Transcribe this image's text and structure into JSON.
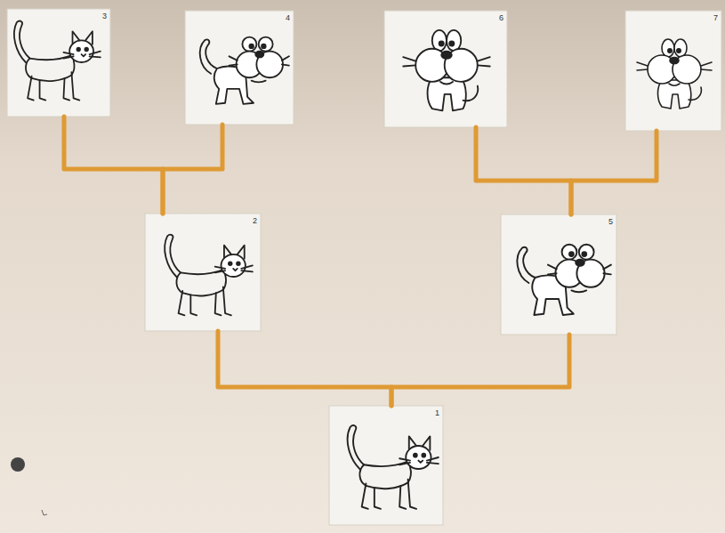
{
  "diagram": {
    "nodes": [
      {
        "text": [
          "3"
        ]
      },
      {
        "text": [
          "4"
        ]
      },
      {
        "text": [
          "6"
        ]
      },
      {
        "text": [
          "7"
        ]
      },
      {
        "text": [
          "2"
        ]
      },
      {
        "text": [
          "5"
        ]
      },
      {
        "text": [
          "1"
        ]
      }
    ],
    "edges": [
      {
        "from": 0,
        "to": 4,
        "arrow": "none"
      },
      {
        "from": 1,
        "to": 4,
        "arrow": "none"
      },
      {
        "from": 2,
        "to": 5,
        "arrow": "none"
      },
      {
        "from": 3,
        "to": 5,
        "arrow": "none"
      },
      {
        "from": 4,
        "to": 6,
        "arrow": "none"
      },
      {
        "from": 5,
        "to": 6,
        "arrow": "none"
      }
    ]
  }
}
